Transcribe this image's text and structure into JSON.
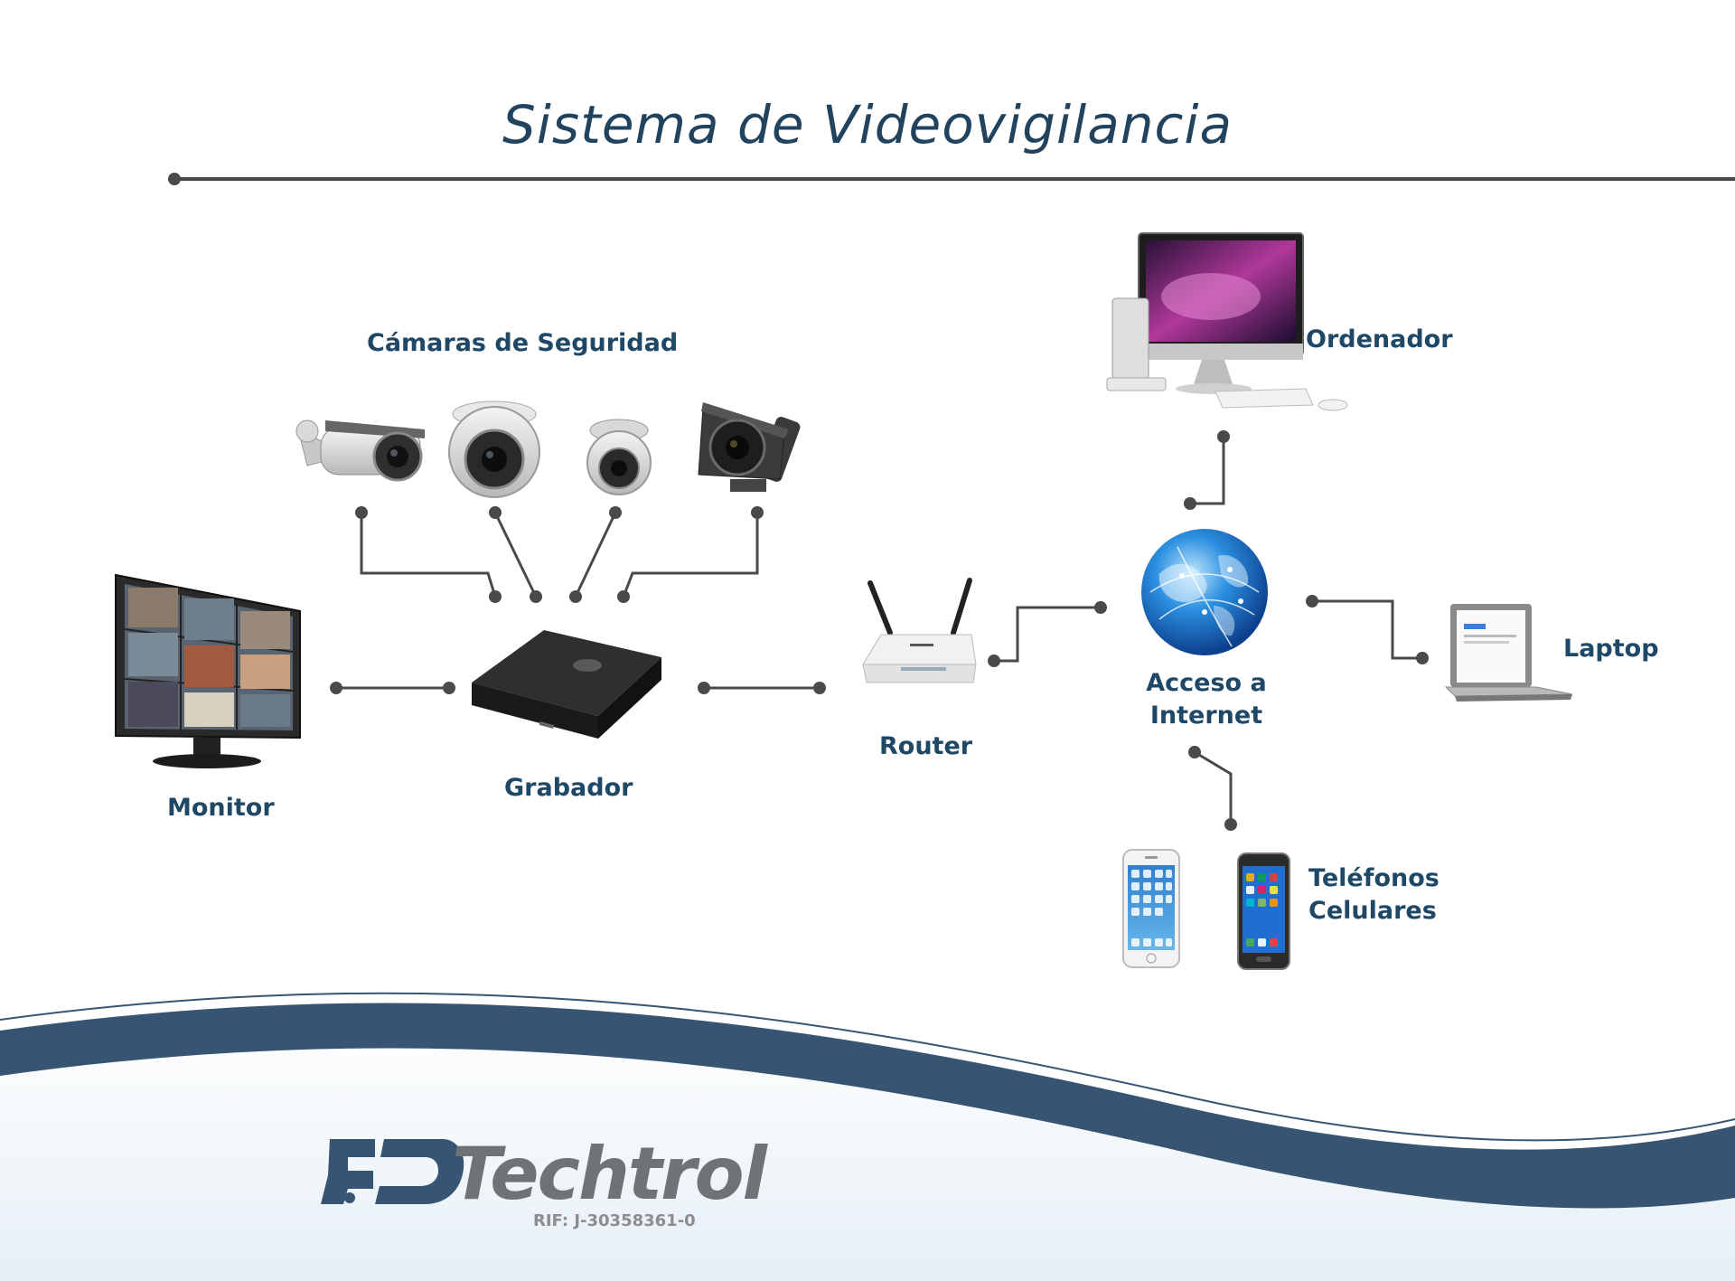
{
  "title": "Sistema de Videovigilancia",
  "labels": {
    "cameras": "Cámaras de  Seguridad",
    "monitor": "Monitor",
    "recorder": "Grabador",
    "router": "Router",
    "internet_line1": "Acceso a",
    "internet_line2": "Internet",
    "computer": "Ordenador",
    "laptop": "Laptop",
    "phones_line1": "Teléfonos",
    "phones_line2": "Celulares"
  },
  "brand": {
    "name": "Techtrol",
    "rif": "RIF: J-30358361-0"
  },
  "colors": {
    "title": "#22435e",
    "label": "#1f4866",
    "connector": "#4a4a4a",
    "wave_dark": "#375472",
    "logo_gray": "#6e7375"
  },
  "icons": [
    "camera-icon",
    "monitor-icon",
    "recorder-icon",
    "router-icon",
    "globe-icon",
    "computer-icon",
    "laptop-icon",
    "phone-icon"
  ]
}
